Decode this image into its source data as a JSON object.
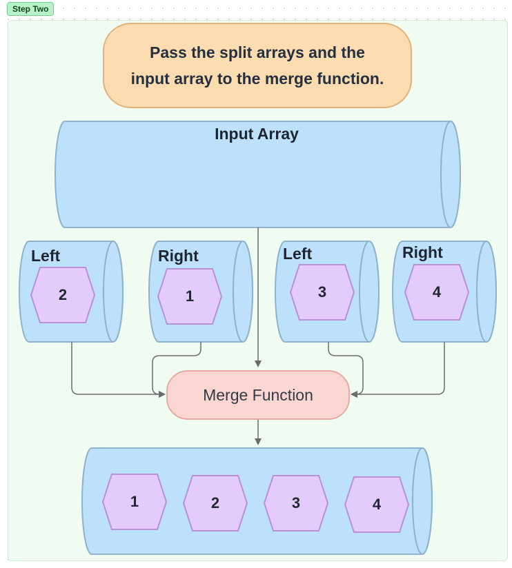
{
  "badge": "Step Two",
  "title_lines": [
    "Pass the  split arrays and the",
    "input array to the merge function."
  ],
  "input_label": "Input Array",
  "splits": [
    {
      "label": "Left",
      "value": "2"
    },
    {
      "label": "Right",
      "value": "1"
    },
    {
      "label": "Left",
      "value": "3"
    },
    {
      "label": "Right",
      "value": "4"
    }
  ],
  "merge_label": "Merge Function",
  "output_values": [
    "1",
    "2",
    "3",
    "4"
  ],
  "colors": {
    "cylinder_fill": "#bde0fb",
    "cylinder_stroke": "#8fb2cc",
    "hex_fill": "#e3cbfb",
    "hex_stroke": "#b98fd6",
    "title_fill": "#fbdcb0",
    "title_stroke": "#e3b27a",
    "merge_fill": "#fad6d3",
    "merge_stroke": "#e8a9a3",
    "arrow": "#6b6b6b"
  }
}
